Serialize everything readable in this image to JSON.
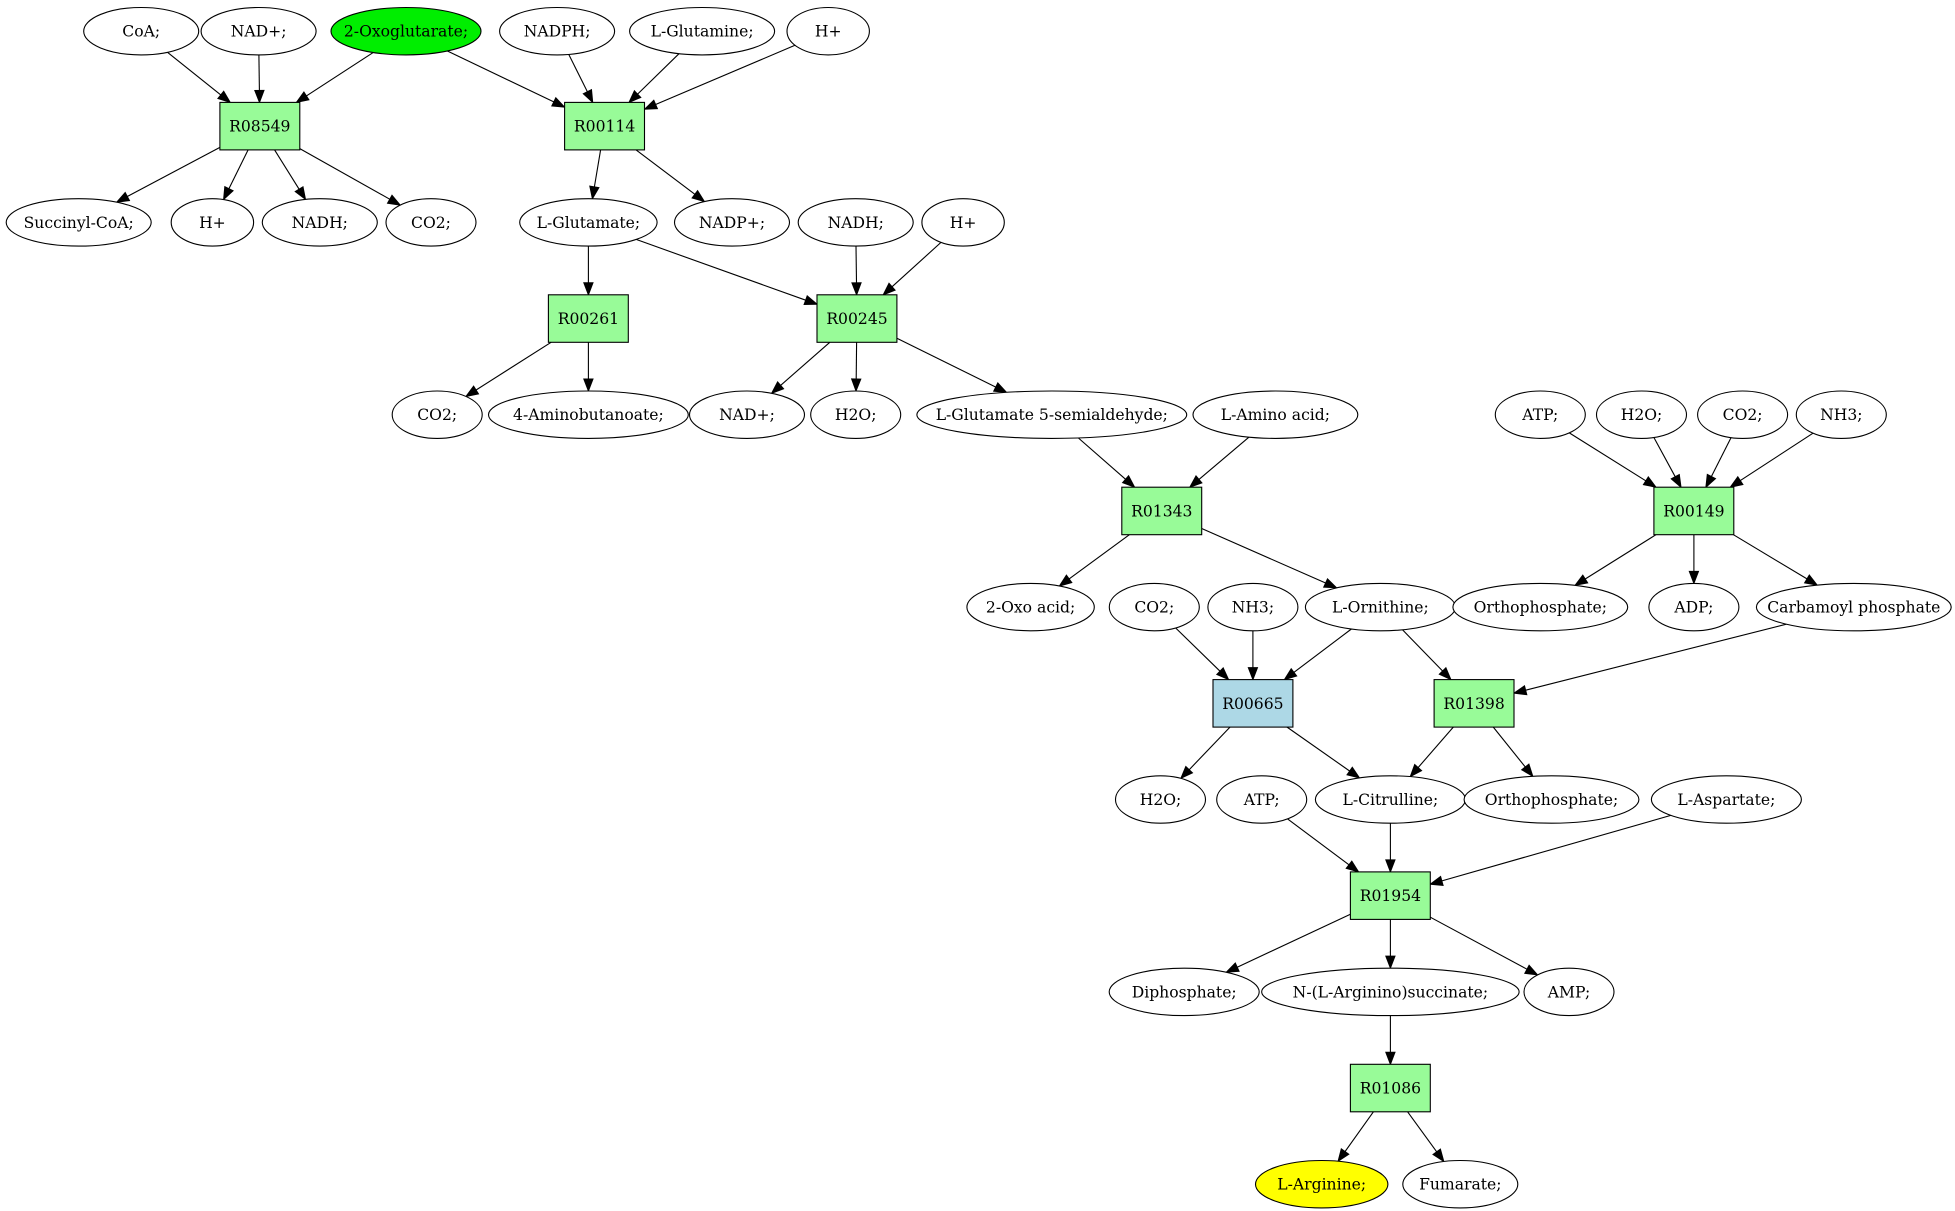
{
  "colors": {
    "metabolite_default": "#ffffff",
    "metabolite_source": "#00ee00",
    "metabolite_target": "#ffff00",
    "reaction_default": "#98fb98",
    "reaction_highlight": "#add8e6",
    "stroke": "#000000"
  },
  "metabolites": [
    {
      "id": "m_coa",
      "label": "CoA;",
      "fill": "#ffffff"
    },
    {
      "id": "m_nad1",
      "label": "NAD+;",
      "fill": "#ffffff"
    },
    {
      "id": "m_oxo",
      "label": "2-Oxoglutarate;",
      "fill": "#00ee00"
    },
    {
      "id": "m_nadph",
      "label": "NADPH;",
      "fill": "#ffffff"
    },
    {
      "id": "m_gln",
      "label": "L-Glutamine;",
      "fill": "#ffffff"
    },
    {
      "id": "m_h1",
      "label": "H+",
      "fill": "#ffffff"
    },
    {
      "id": "m_succoa",
      "label": "Succinyl-CoA;",
      "fill": "#ffffff"
    },
    {
      "id": "m_h2",
      "label": "H+",
      "fill": "#ffffff"
    },
    {
      "id": "m_nadh1",
      "label": "NADH;",
      "fill": "#ffffff"
    },
    {
      "id": "m_co2a",
      "label": "CO2;",
      "fill": "#ffffff"
    },
    {
      "id": "m_glu",
      "label": "L-Glutamate;",
      "fill": "#ffffff"
    },
    {
      "id": "m_nadp",
      "label": "NADP+;",
      "fill": "#ffffff"
    },
    {
      "id": "m_nadh2",
      "label": "NADH;",
      "fill": "#ffffff"
    },
    {
      "id": "m_h3",
      "label": "H+",
      "fill": "#ffffff"
    },
    {
      "id": "m_co2b",
      "label": "CO2;",
      "fill": "#ffffff"
    },
    {
      "id": "m_gaba",
      "label": "4-Aminobutanoate;",
      "fill": "#ffffff"
    },
    {
      "id": "m_nad2",
      "label": "NAD+;",
      "fill": "#ffffff"
    },
    {
      "id": "m_h2oa",
      "label": "H2O;",
      "fill": "#ffffff"
    },
    {
      "id": "m_gsa",
      "label": "L-Glutamate 5-semialdehyde;",
      "fill": "#ffffff"
    },
    {
      "id": "m_aa",
      "label": "L-Amino acid;",
      "fill": "#ffffff"
    },
    {
      "id": "m_atp1",
      "label": "ATP;",
      "fill": "#ffffff"
    },
    {
      "id": "m_h2ob",
      "label": "H2O;",
      "fill": "#ffffff"
    },
    {
      "id": "m_co2c",
      "label": "CO2;",
      "fill": "#ffffff"
    },
    {
      "id": "m_nh3a",
      "label": "NH3;",
      "fill": "#ffffff"
    },
    {
      "id": "m_oxoacid",
      "label": "2-Oxo acid;",
      "fill": "#ffffff"
    },
    {
      "id": "m_co2d",
      "label": "CO2;",
      "fill": "#ffffff"
    },
    {
      "id": "m_nh3b",
      "label": "NH3;",
      "fill": "#ffffff"
    },
    {
      "id": "m_orn",
      "label": "L-Ornithine;",
      "fill": "#ffffff"
    },
    {
      "id": "m_pi1",
      "label": "Orthophosphate;",
      "fill": "#ffffff"
    },
    {
      "id": "m_adp",
      "label": "ADP;",
      "fill": "#ffffff"
    },
    {
      "id": "m_carb",
      "label": "Carbamoyl phosphate",
      "fill": "#ffffff"
    },
    {
      "id": "m_h2oc",
      "label": "H2O;",
      "fill": "#ffffff"
    },
    {
      "id": "m_atp2",
      "label": "ATP;",
      "fill": "#ffffff"
    },
    {
      "id": "m_cit",
      "label": "L-Citrulline;",
      "fill": "#ffffff"
    },
    {
      "id": "m_pi2",
      "label": "Orthophosphate;",
      "fill": "#ffffff"
    },
    {
      "id": "m_asp",
      "label": "L-Aspartate;",
      "fill": "#ffffff"
    },
    {
      "id": "m_ppi",
      "label": "Diphosphate;",
      "fill": "#ffffff"
    },
    {
      "id": "m_argsucc",
      "label": "N-(L-Arginino)succinate;",
      "fill": "#ffffff"
    },
    {
      "id": "m_amp",
      "label": "AMP;",
      "fill": "#ffffff"
    },
    {
      "id": "m_arg",
      "label": "L-Arginine;",
      "fill": "#ffff00"
    },
    {
      "id": "m_fum",
      "label": "Fumarate;",
      "fill": "#ffffff"
    }
  ],
  "reactions": [
    {
      "id": "r08549",
      "label": "R08549",
      "fill": "#98fb98"
    },
    {
      "id": "r00114",
      "label": "R00114",
      "fill": "#98fb98"
    },
    {
      "id": "r00261",
      "label": "R00261",
      "fill": "#98fb98"
    },
    {
      "id": "r00245",
      "label": "R00245",
      "fill": "#98fb98"
    },
    {
      "id": "r01343",
      "label": "R01343",
      "fill": "#98fb98"
    },
    {
      "id": "r00149",
      "label": "R00149",
      "fill": "#98fb98"
    },
    {
      "id": "r00665",
      "label": "R00665",
      "fill": "#add8e6"
    },
    {
      "id": "r01398",
      "label": "R01398",
      "fill": "#98fb98"
    },
    {
      "id": "r01954",
      "label": "R01954",
      "fill": "#98fb98"
    },
    {
      "id": "r01086",
      "label": "R01086",
      "fill": "#98fb98"
    }
  ],
  "edges": [
    [
      "m_coa",
      "r08549"
    ],
    [
      "m_nad1",
      "r08549"
    ],
    [
      "m_oxo",
      "r08549"
    ],
    [
      "m_oxo",
      "r00114"
    ],
    [
      "m_nadph",
      "r00114"
    ],
    [
      "m_gln",
      "r00114"
    ],
    [
      "m_h1",
      "r00114"
    ],
    [
      "r08549",
      "m_succoa"
    ],
    [
      "r08549",
      "m_h2"
    ],
    [
      "r08549",
      "m_nadh1"
    ],
    [
      "r08549",
      "m_co2a"
    ],
    [
      "r00114",
      "m_glu"
    ],
    [
      "r00114",
      "m_nadp"
    ],
    [
      "m_glu",
      "r00261"
    ],
    [
      "m_glu",
      "r00245"
    ],
    [
      "m_nadh2",
      "r00245"
    ],
    [
      "m_h3",
      "r00245"
    ],
    [
      "r00261",
      "m_co2b"
    ],
    [
      "r00261",
      "m_gaba"
    ],
    [
      "r00245",
      "m_nad2"
    ],
    [
      "r00245",
      "m_h2oa"
    ],
    [
      "r00245",
      "m_gsa"
    ],
    [
      "m_gsa",
      "r01343"
    ],
    [
      "m_aa",
      "r01343"
    ],
    [
      "m_atp1",
      "r00149"
    ],
    [
      "m_h2ob",
      "r00149"
    ],
    [
      "m_co2c",
      "r00149"
    ],
    [
      "m_nh3a",
      "r00149"
    ],
    [
      "r01343",
      "m_oxoacid"
    ],
    [
      "r01343",
      "m_orn"
    ],
    [
      "r00149",
      "m_pi1"
    ],
    [
      "r00149",
      "m_adp"
    ],
    [
      "r00149",
      "m_carb"
    ],
    [
      "m_co2d",
      "r00665"
    ],
    [
      "m_nh3b",
      "r00665"
    ],
    [
      "m_orn",
      "r00665"
    ],
    [
      "m_orn",
      "r01398"
    ],
    [
      "m_carb",
      "r01398"
    ],
    [
      "r00665",
      "m_h2oc"
    ],
    [
      "r00665",
      "m_cit"
    ],
    [
      "r01398",
      "m_cit"
    ],
    [
      "r01398",
      "m_pi2"
    ],
    [
      "m_atp2",
      "r01954"
    ],
    [
      "m_cit",
      "r01954"
    ],
    [
      "m_asp",
      "r01954"
    ],
    [
      "r01954",
      "m_ppi"
    ],
    [
      "r01954",
      "m_argsucc"
    ],
    [
      "r01954",
      "m_amp"
    ],
    [
      "m_argsucc",
      "r01086"
    ],
    [
      "r01086",
      "m_arg"
    ],
    [
      "r01086",
      "m_fum"
    ]
  ]
}
